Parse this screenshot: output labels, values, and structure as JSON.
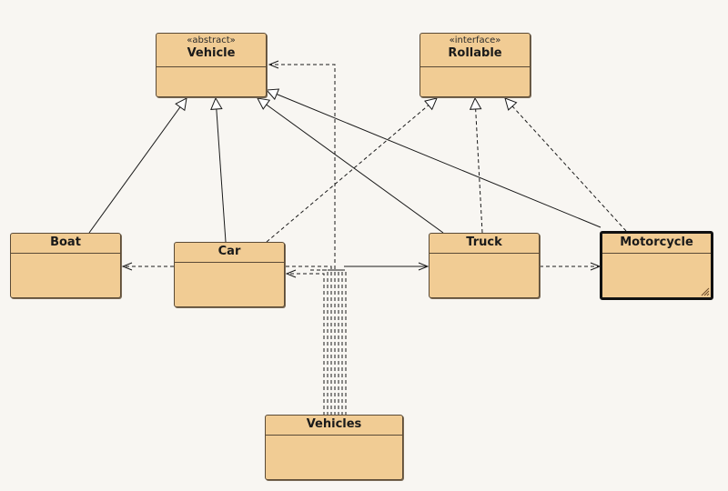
{
  "diagram": {
    "background": "#f8f6f2",
    "class_fill": "#f1cc94",
    "border_color": "#5a4a36",
    "classes": {
      "vehicle": {
        "stereotype": "«abstract»",
        "name": "Vehicle"
      },
      "rollable": {
        "stereotype": "«interface»",
        "name": "Rollable"
      },
      "boat": {
        "name": "Boat"
      },
      "car": {
        "name": "Car"
      },
      "truck": {
        "name": "Truck"
      },
      "motorcycle": {
        "name": "Motorcycle",
        "selected": true
      },
      "vehicles": {
        "name": "Vehicles"
      }
    },
    "relationships": [
      {
        "from": "Boat",
        "to": "Vehicle",
        "kind": "generalization"
      },
      {
        "from": "Car",
        "to": "Vehicle",
        "kind": "generalization"
      },
      {
        "from": "Truck",
        "to": "Vehicle",
        "kind": "generalization"
      },
      {
        "from": "Motorcycle",
        "to": "Vehicle",
        "kind": "generalization"
      },
      {
        "from": "Car",
        "to": "Rollable",
        "kind": "realization"
      },
      {
        "from": "Truck",
        "to": "Rollable",
        "kind": "realization"
      },
      {
        "from": "Motorcycle",
        "to": "Rollable",
        "kind": "realization"
      },
      {
        "from": "Car",
        "to": "Boat",
        "kind": "dependency"
      },
      {
        "from": "Truck",
        "to": "Motorcycle",
        "kind": "dependency"
      },
      {
        "from": "Vehicles",
        "to": "Vehicle",
        "kind": "dependency"
      },
      {
        "from": "Vehicles",
        "to": "Car",
        "kind": "dependency"
      },
      {
        "from": "Vehicles",
        "to": "Truck",
        "kind": "association"
      }
    ]
  }
}
